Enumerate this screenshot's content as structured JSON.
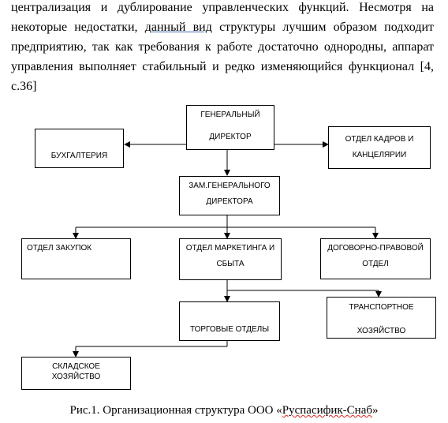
{
  "paragraph": {
    "line1": "централизация и дублирование управленческих функций. Несмотря на",
    "line2_before": "некоторые недостатки, ",
    "line2_link": "данный  вид",
    "line2_after": " структуры лучшим образом подходит",
    "line3": "предприятию, так как требования к работе достаточно однородны, аппарат",
    "line4": "управления  выполняет стабильный и редко изменяющийся функционал [4,",
    "line5": "с.36]"
  },
  "org_chart": {
    "general_director": [
      "ГЕНЕРАЛЬНЫЙ",
      "ДИРЕКТОР"
    ],
    "accounting": "БУХГАЛТЕРИЯ",
    "hr_office": [
      "ОТДЕЛ КАДРОВ И",
      "КАНЦЕЛЯРИИ"
    ],
    "deputy_director": [
      "ЗАМ.ГЕНЕРАЛЬНОГО",
      "ДИРЕКТОРА"
    ],
    "purchasing": "ОТДЕЛ ЗАКУПОК",
    "marketing_sales": [
      "ОТДЕЛ МАРКЕТИНГА И",
      "СБЫТА"
    ],
    "contract_legal": [
      "ДОГОВОРНО-ПРАВОВОЙ",
      "ОТДЕЛ"
    ],
    "trade_departments": "ТОРГОВЫЕ ОТДЕЛЫ",
    "transport": [
      "ТРАНСПОРТНОЕ",
      "ХОЗЯЙСТВО"
    ],
    "warehouse": [
      "СКЛАДСКОЕ",
      "ХОЗЯЙСТВО"
    ]
  },
  "caption": {
    "before": "Рис.1. Организационная структура ООО «",
    "company": "Руспасифик-Снаб",
    "after": "»"
  }
}
